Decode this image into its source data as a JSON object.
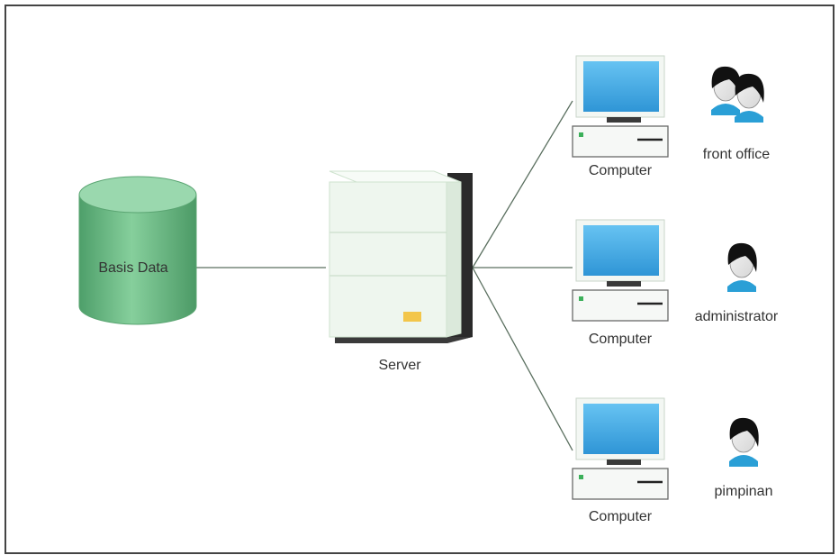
{
  "colors": {
    "border": "#444444",
    "connector": "#5a6f5f",
    "database_fill": "#6fbf8a",
    "server_fill": "#eef6ee",
    "screen_fill": "#3fa7e0",
    "hair": "#111111",
    "collar": "#2a9fd6"
  },
  "database": {
    "label": "Basis Data",
    "icon": "database-cylinder-icon"
  },
  "server": {
    "label": "Server",
    "icon": "server-tower-icon"
  },
  "clients": [
    {
      "computer_label": "Computer",
      "user_label": "front office",
      "user_icon": "user-group-icon"
    },
    {
      "computer_label": "Computer",
      "user_label": "administrator",
      "user_icon": "user-icon"
    },
    {
      "computer_label": "Computer",
      "user_label": "pimpinan",
      "user_icon": "user-icon"
    }
  ]
}
